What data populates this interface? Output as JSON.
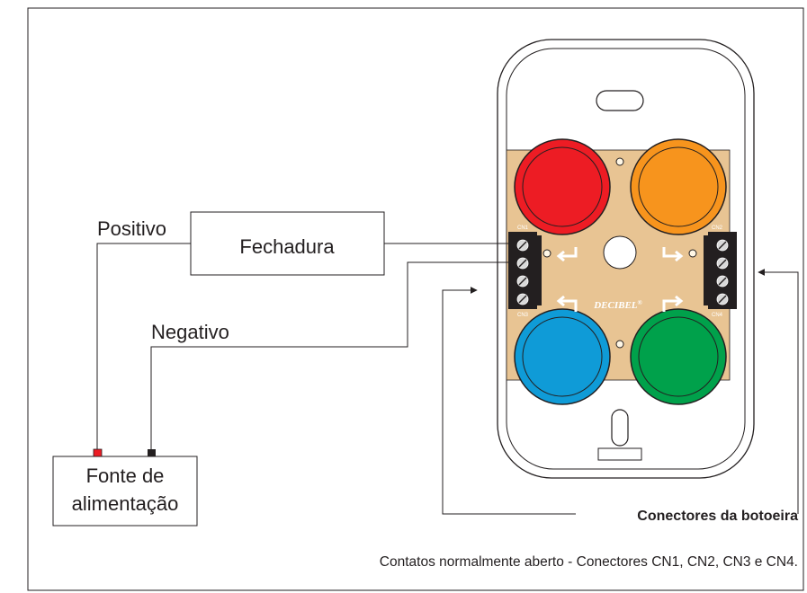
{
  "labels": {
    "positivo": "Positivo",
    "negativo": "Negativo",
    "fechadura": "Fechadura",
    "fonte_line1": "Fonte de",
    "fonte_line2": "alimentação",
    "conectores": "Conectores da botoeira",
    "note": "Contatos normalmente aberto - Conectores CN1, CN2, CN3 e CN4.",
    "brand": "DECIBEL",
    "brand_mark": "®"
  },
  "connectors": [
    "CN1",
    "CN2",
    "CN3",
    "CN4"
  ],
  "buttons": [
    {
      "name": "red-button",
      "color": "#ed1c24"
    },
    {
      "name": "orange-button",
      "color": "#f7941d"
    },
    {
      "name": "blue-button",
      "color": "#0f9bd7"
    },
    {
      "name": "green-button",
      "color": "#00a14b"
    }
  ],
  "colors": {
    "line": "#231f20",
    "board": "#e8c493",
    "positive_terminal": "#ed1c24",
    "negative_terminal": "#231f20"
  }
}
